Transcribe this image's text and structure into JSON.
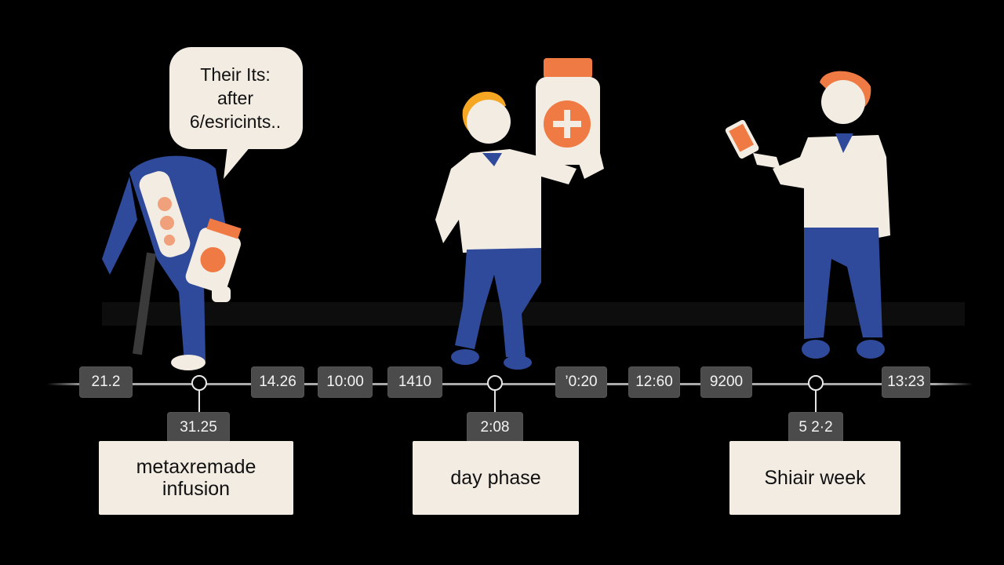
{
  "bubble": {
    "lines": [
      "Their Its:",
      "after",
      "6/esricints.."
    ]
  },
  "timeline": {
    "chips": [
      "21.2",
      "14.26",
      "10:00",
      "1410",
      "’0:20",
      "12:60",
      "9200",
      "13:23"
    ],
    "milestones": [
      {
        "time": "31.25",
        "label_lines": [
          "metaxremade",
          "infusion"
        ]
      },
      {
        "time": "2:08",
        "label_lines": [
          "day phase"
        ]
      },
      {
        "time": "5 2·2",
        "label_lines": [
          "Shiair week"
        ]
      }
    ]
  },
  "colors": {
    "background": "#000000",
    "navy": "#2f4a9a",
    "cream": "#f3ece3",
    "orange": "#f07a43",
    "chip": "#4b4b4b"
  },
  "icons": [
    "speech-bubble",
    "pill-bottle-icon",
    "medical-cross-icon",
    "phone-icon"
  ]
}
